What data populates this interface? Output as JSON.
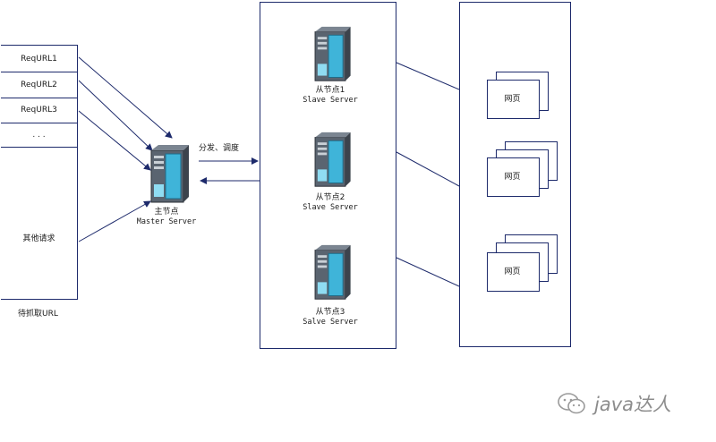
{
  "queue": {
    "items": [
      "ReqURL1",
      "ReqURL2",
      "ReqURL3",
      ". . .",
      "其他请求"
    ],
    "caption": "待抓取URL"
  },
  "master": {
    "label_cn": "主节点",
    "label_en": "Master Server",
    "dispatch_label": "分发、调度"
  },
  "slaves": [
    {
      "label_cn": "从节点1",
      "label_en": "Slave Server"
    },
    {
      "label_cn": "从节点2",
      "label_en": "Slave Server"
    },
    {
      "label_cn": "从节点3",
      "label_en": "Salve Server"
    }
  ],
  "pages": {
    "label": "网页"
  },
  "watermark": {
    "text": "java达人"
  },
  "colors": {
    "line": "#1d2a6b",
    "server_body": "#5a6470",
    "server_screen": "#3fb4d9"
  }
}
